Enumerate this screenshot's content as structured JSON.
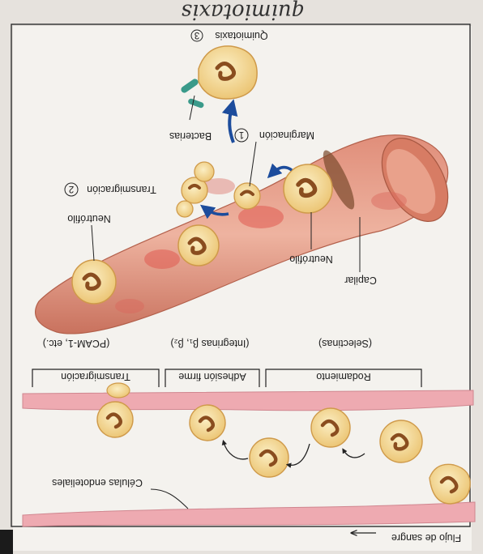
{
  "top_handwriting": "quimiotaxis",
  "labels": {
    "step3": "Quimiotaxis",
    "step3_num": "3",
    "bacteria": "Bacterias",
    "step1": "Marginación",
    "step1_num": "1",
    "step2": "Transmigración",
    "step2_num": "2",
    "neutrophil_left": "Neutrófilo",
    "neutrophil_right": "Neutrófilo",
    "capillary": "Capilar",
    "receptors": {
      "transmigration": "(PCAM-1, etc.)",
      "firm_adhesion": "(Integrinas β₁, β₂)",
      "rolling": "(Selectinas)"
    },
    "stages": {
      "transmigration": "Transmigración",
      "firm_adhesion": "Adhesión firme",
      "rolling": "Rodamiento"
    },
    "endothelial": "Células endoteliales",
    "blood_flow": "Flujo de sangre"
  },
  "colors": {
    "paper": "#f4f2ee",
    "vessel": "#e7a08d",
    "vessel_dark": "#c9725e",
    "endothelium": "#eeaab1",
    "cell_fill": "#f2da96",
    "cell_edge": "#cf9a4a",
    "nucleus": "#8a4d1f",
    "bacteria": "#3a9a8a",
    "arrow_blue": "#1c4c9c"
  }
}
